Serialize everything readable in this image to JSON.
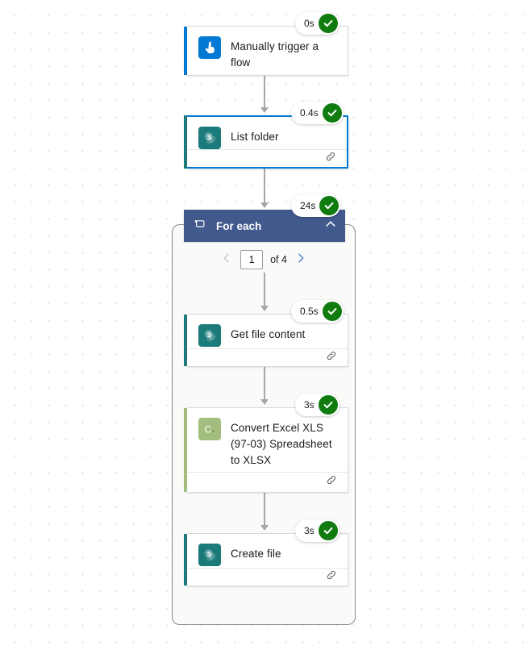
{
  "canvas": {
    "background_color": "#ffffff",
    "dot_color": "#e1e1e1"
  },
  "nodes": [
    {
      "name": "manual-trigger",
      "title": "Manually trigger a flow",
      "duration": "0s",
      "status": "succeeded",
      "icon": "touch-trigger-icon",
      "icon_bg": "#0078d4",
      "accent_color": "#0078d4",
      "selected": false,
      "has_footer": false
    },
    {
      "name": "list-folder",
      "title": "List folder",
      "duration": "0.4s",
      "status": "succeeded",
      "icon": "sharepoint-icon",
      "icon_bg": "#1b7b7b",
      "accent_color": "#1b7b7b",
      "selected": true,
      "has_footer": true
    },
    {
      "name": "get-file-content",
      "title": "Get file content",
      "duration": "0.5s",
      "status": "succeeded",
      "icon": "sharepoint-icon",
      "icon_bg": "#1b7b7b",
      "accent_color": "#1b7b7b",
      "selected": false,
      "has_footer": true
    },
    {
      "name": "convert-excel",
      "title": "Convert Excel XLS (97-03) Spreadsheet to XLSX",
      "duration": "3s",
      "status": "succeeded",
      "icon": "cloudmersive-c-icon",
      "icon_bg": "#a3bd7f",
      "accent_color": "#a3bd7f",
      "selected": false,
      "has_footer": true
    },
    {
      "name": "create-file",
      "title": "Create file",
      "duration": "3s",
      "status": "succeeded",
      "icon": "sharepoint-icon",
      "icon_bg": "#1b7b7b",
      "accent_color": "#1b7b7b",
      "selected": false,
      "has_footer": true
    }
  ],
  "scope": {
    "title": "For each",
    "duration": "24s",
    "status": "succeeded",
    "header_color": "#41598c",
    "loop_icon": "loop-icon",
    "collapse_icon": "chevron-up-icon"
  },
  "pager": {
    "prev_icon": "chevron-left-icon",
    "next_icon": "chevron-right-icon",
    "current_page": "1",
    "of_label": "of 4",
    "prev_enabled": false,
    "next_enabled": true
  },
  "footer_icon": "link-chain-icon"
}
